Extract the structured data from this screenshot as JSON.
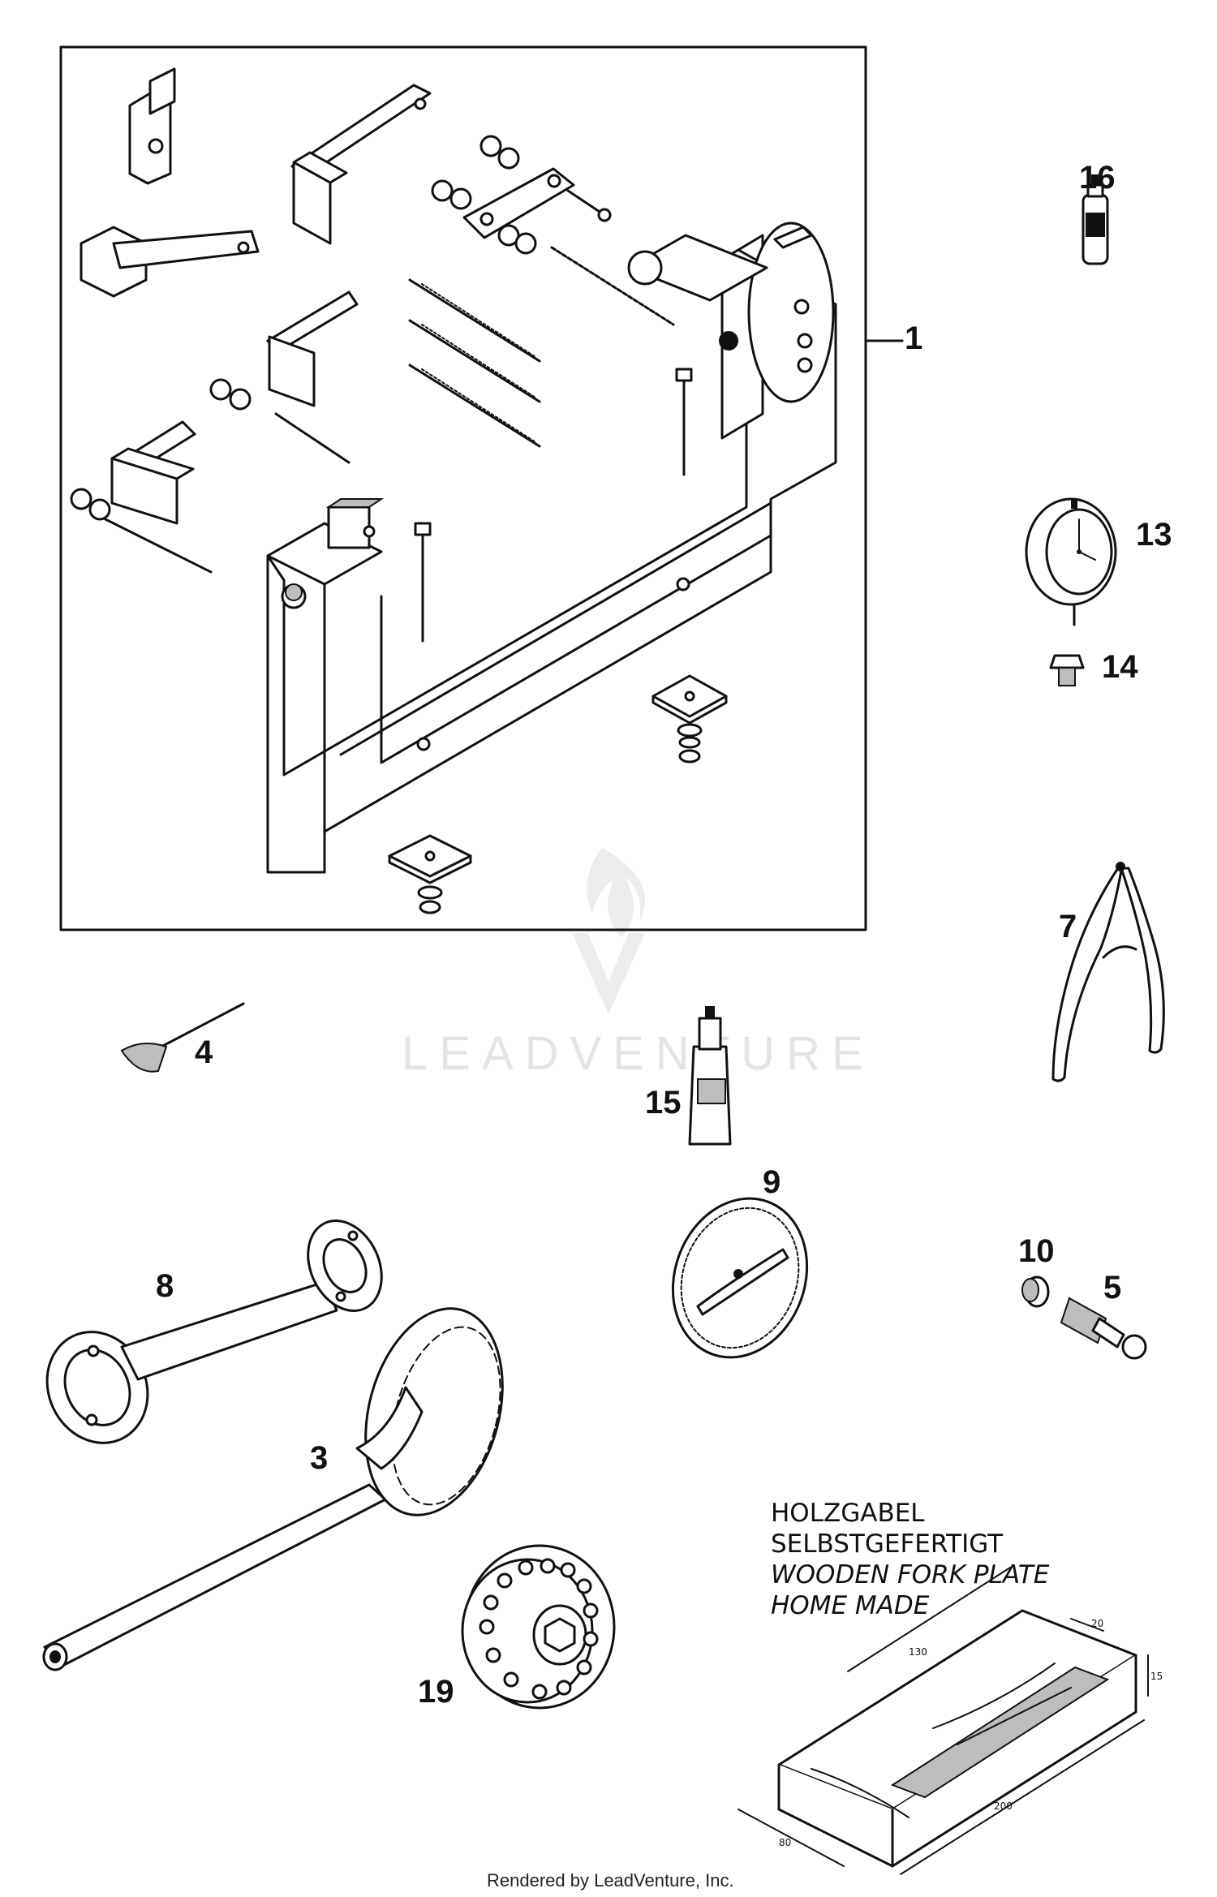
{
  "callouts": {
    "c1": "1",
    "c3": "3",
    "c4": "4",
    "c5": "5",
    "c7": "7",
    "c8": "8",
    "c9": "9",
    "c10": "10",
    "c13": "13",
    "c14": "14",
    "c15": "15",
    "c16": "16",
    "c19": "19"
  },
  "note": {
    "line1": "HOLZGABEL",
    "line2": "SELBSTGEFERTIGT",
    "line3": "WOODEN FORK PLATE",
    "line4": "HOME MADE"
  },
  "dimensions": {
    "length_slot": "130",
    "width_slot": "20",
    "height": "15",
    "length": "200",
    "width": "80"
  },
  "watermark": "LEADVENTURE",
  "footer": "Rendered by LeadVenture, Inc."
}
